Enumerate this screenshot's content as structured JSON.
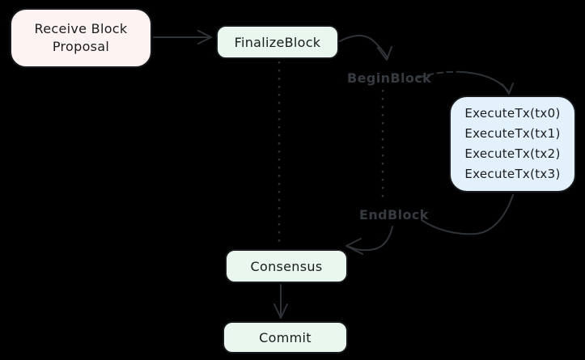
{
  "colors": {
    "background": "#000000",
    "stroke": "#2e3338",
    "node_border": "#17191c",
    "node_text": "#1a1c1e",
    "label_text": "#353b41",
    "pink_fill": "#fdf3f2",
    "green_fill": "#eaf7ee",
    "blue_fill": "#e2f1fb"
  },
  "nodes": {
    "receive": {
      "label": "Receive Block Proposal"
    },
    "finalize": {
      "label": "FinalizeBlock"
    },
    "execute": {
      "lines": [
        "ExecuteTx(tx0)",
        "ExecuteTx(tx1)",
        "ExecuteTx(tx2)",
        "ExecuteTx(tx3)"
      ]
    },
    "consensus": {
      "label": "Consensus"
    },
    "commit": {
      "label": "Commit"
    }
  },
  "labels": {
    "begin_block": "BeginBlock",
    "end_block": "EndBlock"
  }
}
